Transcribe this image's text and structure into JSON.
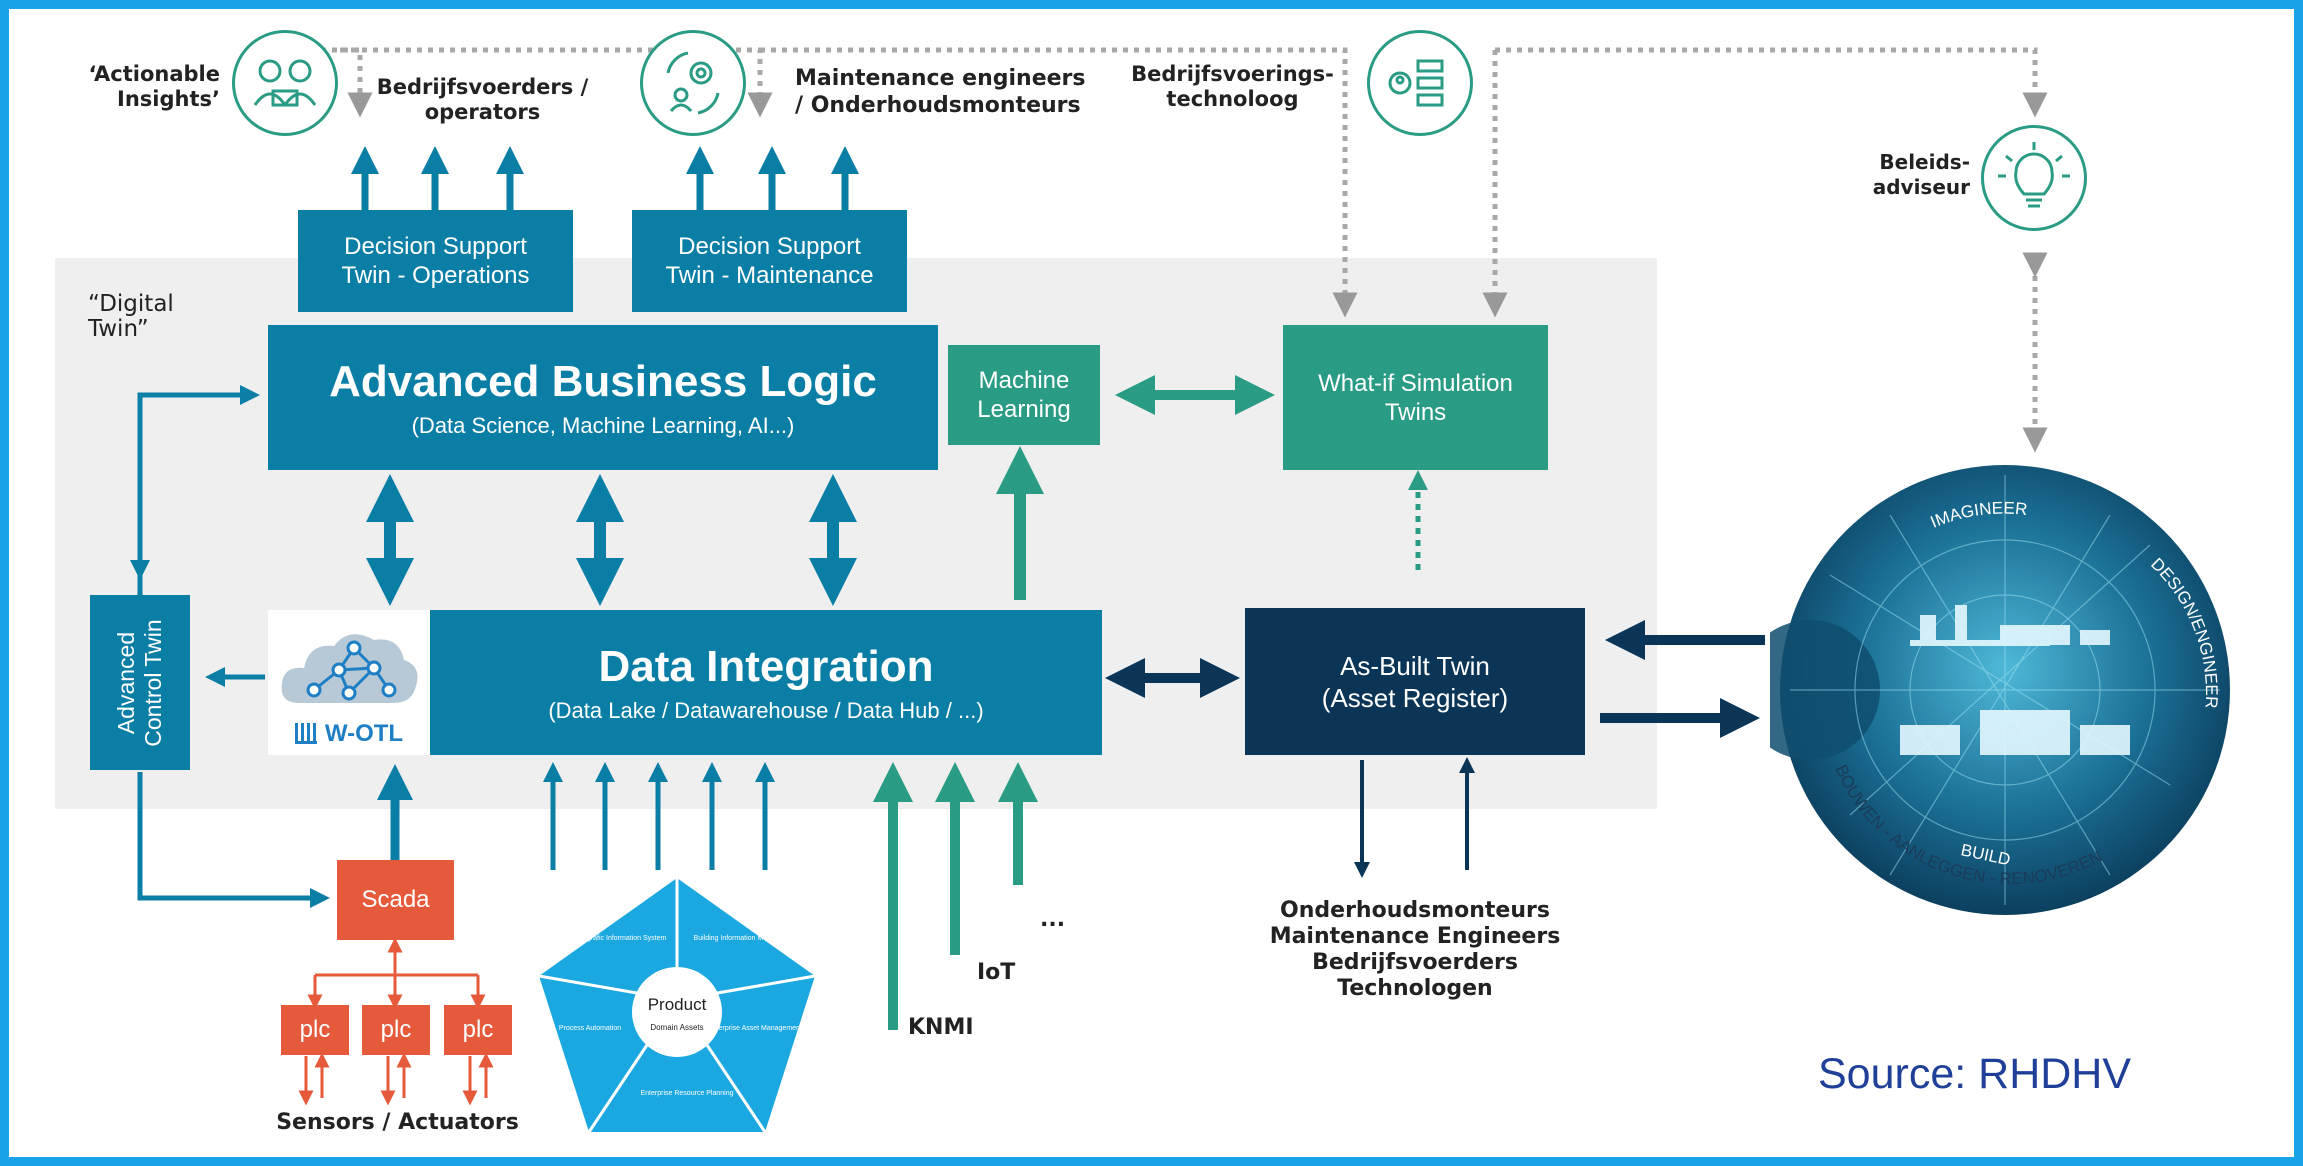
{
  "digital_twin_label": "“Digital Twin”",
  "top": {
    "actionable": "‘Actionable Insights’",
    "operators": "Bedrijfsvoerders / operators",
    "maintenance": "Maintenance engineers / Onderhoudsmonteurs",
    "technoloog": "Bedrijfsvoerings- technoloog",
    "beleids": "Beleids- adviseur"
  },
  "boxes": {
    "dst_ops": "Decision Support Twin - Operations",
    "dst_maint": "Decision Support Twin - Maintenance",
    "abl_title": "Advanced Business Logic",
    "abl_sub": "(Data Science, Machine Learning, AI...)",
    "ml": "Machine Learning",
    "whatif": "What-if Simulation Twins",
    "di_title": "Data Integration",
    "di_sub": "(Data Lake / Datawarehouse / Data Hub / ...)",
    "asbuilt": "As-Built Twin (Asset Register)",
    "act": "Advanced Control Twin",
    "scada": "Scada",
    "plc": "plc",
    "wotl": "W-OTL"
  },
  "bottom": {
    "sensors": "Sensors / Actuators",
    "knmi": "KNMI",
    "iot": "IoT",
    "ellipsis": "...",
    "roles": [
      "Onderhoudsmonteurs",
      "Maintenance Engineers",
      "Bedrijfsvoerders",
      "Technologen"
    ]
  },
  "pentagon": {
    "center": "Product",
    "center_sub": "Domain Assets",
    "segments": [
      "Geografic Information System",
      "Building Information Model",
      "Enterprise Asset Management",
      "Enterprise Resource Planning",
      "Process Automation"
    ]
  },
  "globe": {
    "imagineer": "IMAGINEER",
    "design": "DESIGN/ENGINEER",
    "build": "BUILD",
    "bouwen": "BOUWEN - AANLEGGEN - RENOVEREN"
  },
  "source": "Source: RHDHV",
  "colors": {
    "teal": "#0b7ea6",
    "green": "#2a9b84",
    "navy": "#0b3556",
    "red": "#e55a3a",
    "frame": "#1aa3e8",
    "source": "#1f3f99"
  }
}
